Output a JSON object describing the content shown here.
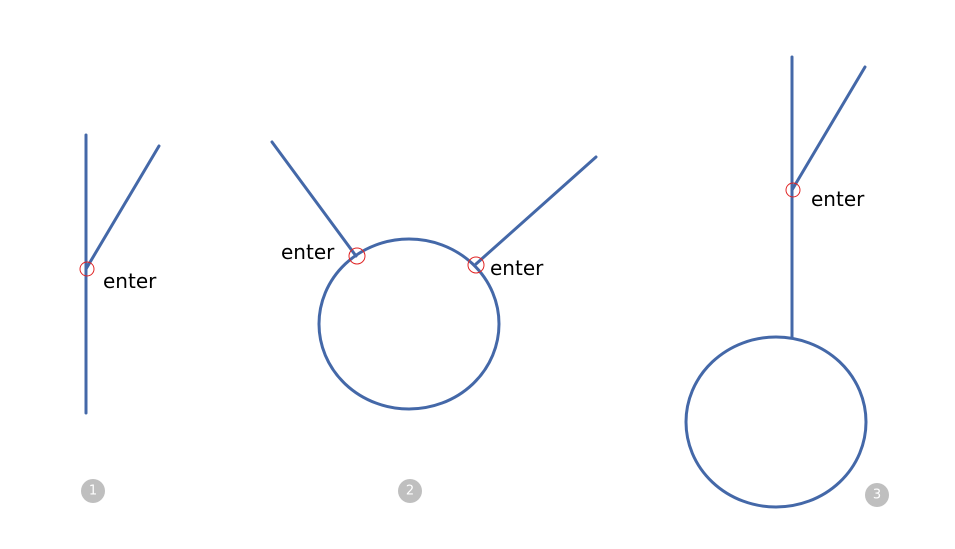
{
  "panels": [
    {
      "badge": "1",
      "labels": [
        "enter"
      ]
    },
    {
      "badge": "2",
      "labels": [
        "enter",
        "enter"
      ]
    },
    {
      "badge": "3",
      "labels": [
        "enter"
      ]
    }
  ],
  "colors": {
    "line": "#4468a8",
    "marker": "#e02424",
    "badge": "#bfbfbf"
  }
}
